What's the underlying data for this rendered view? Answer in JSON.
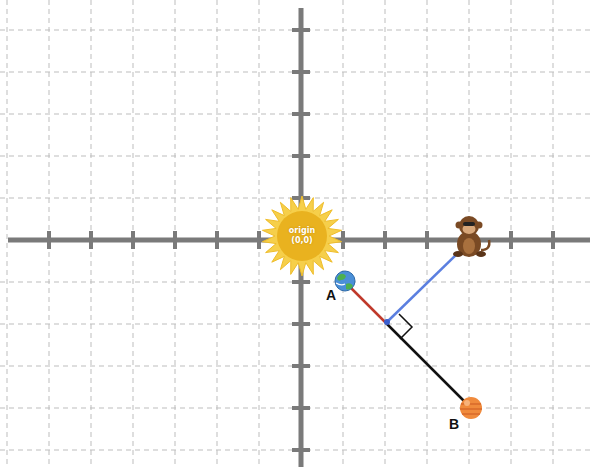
{
  "diagram": {
    "nodes": [
      {
        "text": [
          "origin (0,0)"
        ]
      }
    ],
    "labels": [
      "A",
      "B"
    ]
  }
}
